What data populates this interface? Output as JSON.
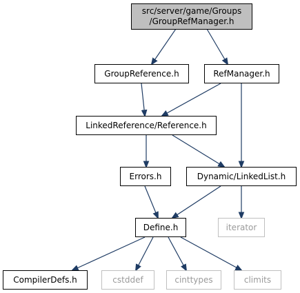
{
  "nodes": {
    "root": "src/server/game/Groups\n/GroupRefManager.h",
    "group_reference": "GroupReference.h",
    "ref_manager": "RefManager.h",
    "linked_reference": "LinkedReference/Reference.h",
    "errors": "Errors.h",
    "linked_list": "Dynamic/LinkedList.h",
    "define": "Define.h",
    "iterator": "iterator",
    "compiler_defs": "CompilerDefs.h",
    "cstddef": "cstddef",
    "cinttypes": "cinttypes",
    "climits": "climits"
  },
  "colors": {
    "edge": "#1f3c64",
    "root_fill": "#bfbfbf",
    "external_border": "#bfbfbf",
    "external_text": "#9a9a9a"
  }
}
